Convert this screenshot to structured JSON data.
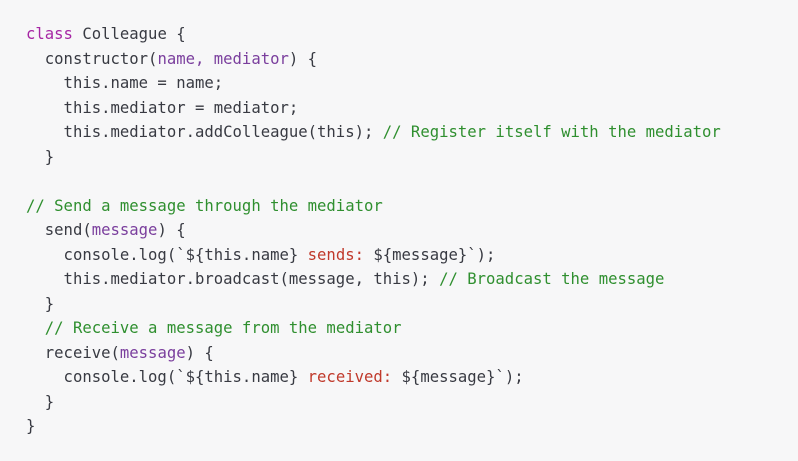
{
  "code": {
    "lines": [
      [
        {
          "text": "class",
          "kind": "keyword"
        },
        {
          "text": " Colleague {",
          "kind": "plain"
        }
      ],
      [
        {
          "text": "  constructor(",
          "kind": "plain"
        },
        {
          "text": "name, mediator",
          "kind": "param"
        },
        {
          "text": ") {",
          "kind": "plain"
        }
      ],
      [
        {
          "text": "    this.name = name;",
          "kind": "plain"
        }
      ],
      [
        {
          "text": "    this.mediator = mediator;",
          "kind": "plain"
        }
      ],
      [
        {
          "text": "    this.mediator.addColleague(this); ",
          "kind": "plain"
        },
        {
          "text": "// Register itself with the mediator",
          "kind": "comment"
        }
      ],
      [
        {
          "text": "  }",
          "kind": "plain"
        }
      ],
      [
        {
          "text": "",
          "kind": "plain"
        }
      ],
      [
        {
          "text": "// Send a message through the mediator",
          "kind": "comment"
        }
      ],
      [
        {
          "text": "  send(",
          "kind": "plain"
        },
        {
          "text": "message",
          "kind": "param"
        },
        {
          "text": ") {",
          "kind": "plain"
        }
      ],
      [
        {
          "text": "    console.log(`${this.name} ",
          "kind": "plain"
        },
        {
          "text": "sends: ",
          "kind": "string"
        },
        {
          "text": "${message}`);",
          "kind": "plain"
        }
      ],
      [
        {
          "text": "    this.mediator.broadcast(message, this); ",
          "kind": "plain"
        },
        {
          "text": "// Broadcast the message",
          "kind": "comment"
        }
      ],
      [
        {
          "text": "  }",
          "kind": "plain"
        }
      ],
      [
        {
          "text": "  ",
          "kind": "plain"
        },
        {
          "text": "// Receive a message from the mediator",
          "kind": "comment"
        }
      ],
      [
        {
          "text": "  receive(",
          "kind": "plain"
        },
        {
          "text": "message",
          "kind": "param"
        },
        {
          "text": ") {",
          "kind": "plain"
        }
      ],
      [
        {
          "text": "    console.log(`${this.name} ",
          "kind": "plain"
        },
        {
          "text": "received: ",
          "kind": "string"
        },
        {
          "text": "${message}`);",
          "kind": "plain"
        }
      ],
      [
        {
          "text": "  }",
          "kind": "plain"
        }
      ],
      [
        {
          "text": "}",
          "kind": "plain"
        }
      ]
    ]
  },
  "colors": {
    "background": "#f7f7f8",
    "keyword": "#a626a4",
    "param": "#7a3e9d",
    "comment": "#2f8f2f",
    "string": "#c0392b",
    "plain": "#383a42"
  }
}
